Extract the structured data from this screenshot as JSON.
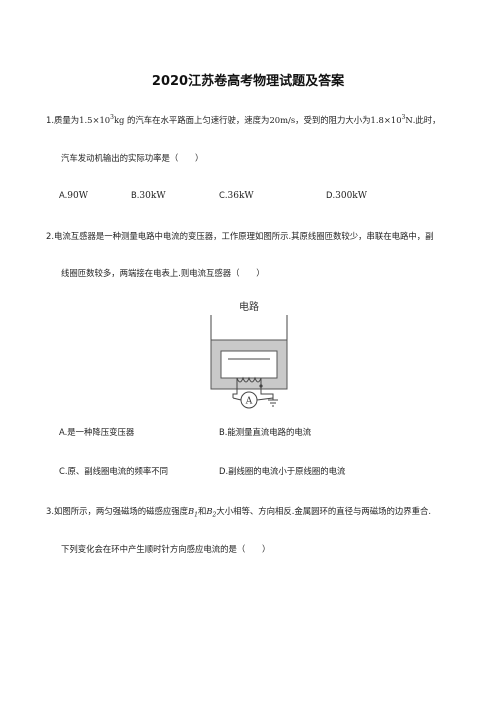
{
  "title": "2020江苏卷高考物理试题及答案",
  "q1": {
    "line1_a": "1.质量为",
    "mass_base": "1.5×10",
    "mass_exp": "3",
    "mass_unit": "kg",
    "line1_b": " 的汽车在水平路面上匀速行驶，速度为",
    "speed": "20m/s",
    "line1_c": "，受到的阻力大小为",
    "force_base": "1.8×10",
    "force_exp": "3",
    "force_unit": "N",
    "line1_d": ".此时，",
    "line2": "汽车发动机输出的实际功率是（　　）",
    "options": [
      {
        "letter": "A.",
        "value": "90W"
      },
      {
        "letter": "B.",
        "value": "30kW"
      },
      {
        "letter": "C.",
        "value": "36kW"
      },
      {
        "letter": "D.",
        "value": "300kW"
      }
    ]
  },
  "q2": {
    "line1": "2.电流互感器是一种测量电路中电流的变压器，工作原理如图所示.其原线圈匝数较少，串联在电路中，副",
    "line2": "线圈匝数较多，两端接在电表上.则电流互感器（　　）",
    "figure_label": "电路",
    "meter_label": "A",
    "options": [
      {
        "text": "A.是一种降压变压器"
      },
      {
        "text": "B.能测量直流电路的电流"
      },
      {
        "text": "C.原、副线圈电流的频率不同"
      },
      {
        "text": "D.副线圈的电流小于原线圈的电流"
      }
    ]
  },
  "q3": {
    "line1_a": "3.如图所示，两匀强磁场的磁感应强度",
    "b1": "B",
    "b1_sub": "1",
    "mid": "和",
    "b2": "B",
    "b2_sub": "2",
    "line1_b": "大小相等、方向相反.金属圆环的直径与两磁场的边界重合.",
    "line2": "下列变化会在环中产生顺时针方向感应电流的是（　　）"
  }
}
